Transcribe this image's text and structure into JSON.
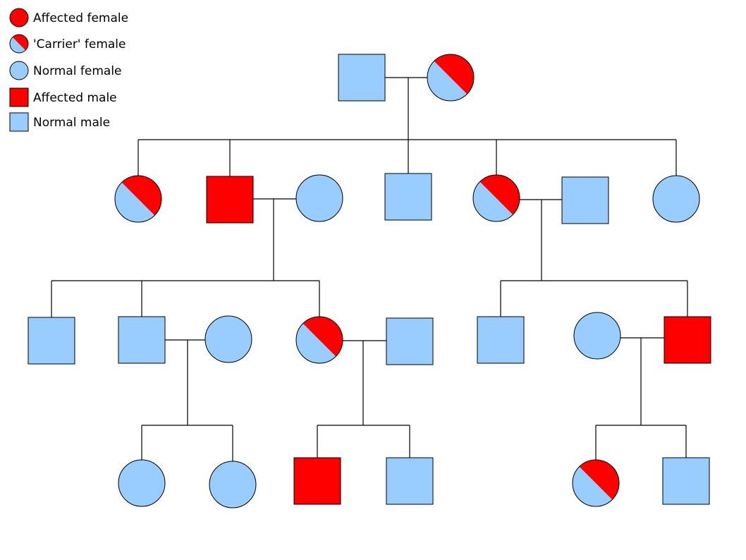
{
  "colors": {
    "affected": "#ff0000",
    "normal": "#99ccff",
    "outline": "#000000",
    "line": "#000000"
  },
  "legend": [
    {
      "label": "Affected female",
      "sex": "female",
      "status": "affected"
    },
    {
      "label": "'Carrier' female",
      "sex": "female",
      "status": "carrier"
    },
    {
      "label": "Normal female",
      "sex": "female",
      "status": "normal"
    },
    {
      "label": "Affected male",
      "sex": "male",
      "status": "affected"
    },
    {
      "label": "Normal male",
      "sex": "male",
      "status": "normal"
    }
  ],
  "pedigree": {
    "generations": [
      {
        "generation": 1,
        "individuals": [
          {
            "id": "g1-m1",
            "sex": "male",
            "status": "normal"
          },
          {
            "id": "g1-f1",
            "sex": "female",
            "status": "carrier"
          }
        ]
      },
      {
        "generation": 2,
        "individuals": [
          {
            "id": "g2-f1",
            "sex": "female",
            "status": "carrier"
          },
          {
            "id": "g2-m1",
            "sex": "male",
            "status": "affected"
          },
          {
            "id": "g2-f2",
            "sex": "female",
            "status": "normal"
          },
          {
            "id": "g2-m2",
            "sex": "male",
            "status": "normal"
          },
          {
            "id": "g2-f3",
            "sex": "female",
            "status": "carrier"
          },
          {
            "id": "g2-m3",
            "sex": "male",
            "status": "normal"
          },
          {
            "id": "g2-f4",
            "sex": "female",
            "status": "normal"
          }
        ]
      },
      {
        "generation": 3,
        "individuals": [
          {
            "id": "g3-m1",
            "sex": "male",
            "status": "normal"
          },
          {
            "id": "g3-m2",
            "sex": "male",
            "status": "normal"
          },
          {
            "id": "g3-f1",
            "sex": "female",
            "status": "normal"
          },
          {
            "id": "g3-f2",
            "sex": "female",
            "status": "carrier"
          },
          {
            "id": "g3-m3",
            "sex": "male",
            "status": "normal"
          },
          {
            "id": "g3-m4",
            "sex": "male",
            "status": "normal"
          },
          {
            "id": "g3-f3",
            "sex": "female",
            "status": "normal"
          },
          {
            "id": "g3-m5",
            "sex": "male",
            "status": "affected"
          }
        ]
      },
      {
        "generation": 4,
        "individuals": [
          {
            "id": "g4-f1",
            "sex": "female",
            "status": "normal"
          },
          {
            "id": "g4-f2",
            "sex": "female",
            "status": "normal"
          },
          {
            "id": "g4-m1",
            "sex": "male",
            "status": "affected"
          },
          {
            "id": "g4-m2",
            "sex": "male",
            "status": "normal"
          },
          {
            "id": "g4-f3",
            "sex": "female",
            "status": "carrier"
          },
          {
            "id": "g4-m3",
            "sex": "male",
            "status": "normal"
          }
        ]
      }
    ],
    "couples": [
      {
        "partners": [
          "g1-m1",
          "g1-f1"
        ],
        "children": [
          "g2-f1",
          "g2-m1",
          "g2-m2",
          "g2-f3",
          "g2-f4"
        ]
      },
      {
        "partners": [
          "g2-m1",
          "g2-f2"
        ],
        "children": [
          "g3-m1",
          "g3-m2",
          "g3-f2"
        ]
      },
      {
        "partners": [
          "g2-f3",
          "g2-m3"
        ],
        "children": [
          "g3-m4",
          "g3-m5"
        ]
      },
      {
        "partners": [
          "g3-m2",
          "g3-f1"
        ],
        "children": [
          "g4-f1",
          "g4-f2"
        ]
      },
      {
        "partners": [
          "g3-f2",
          "g3-m3"
        ],
        "children": [
          "g4-m1",
          "g4-m2"
        ]
      },
      {
        "partners": [
          "g3-f3",
          "g3-m5"
        ],
        "children": [
          "g4-f3",
          "g4-m3"
        ]
      }
    ]
  }
}
